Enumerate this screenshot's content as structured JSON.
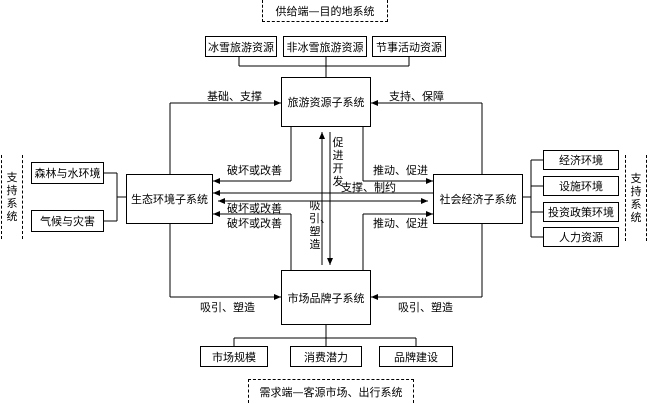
{
  "top_title": "供给端—目的地系统",
  "bottom_title": "需求端—客源市场、出行系统",
  "resources": [
    "冰雪旅游资源",
    "非冰雪旅游资源",
    "节事活动资源"
  ],
  "center": {
    "tourism": "旅游资源子系统",
    "ecology": "生态环境子系统",
    "socio": "社会经济子系统",
    "market": "市场品牌子系统"
  },
  "left_support": {
    "label": "支持系统",
    "items": [
      "森林与水环境",
      "气候与灾害"
    ]
  },
  "right_support": {
    "label": "支持系统",
    "items": [
      "经济环境",
      "设施环境",
      "投资政策环境",
      "人力资源"
    ]
  },
  "market_items": [
    "市场规模",
    "消费潜力",
    "品牌建设"
  ],
  "edges": {
    "base_support": "基础、支撑",
    "support_guarantee": "支持、保障",
    "destroy_improve_1": "破坏或改善",
    "destroy_improve_2": "破坏或改善",
    "destroy_improve_3": "破坏或改善",
    "promote_1": "推动、促进",
    "promote_2": "推动、促进",
    "support_restrict": "支撑、制约",
    "promote_develop": "促进开发",
    "attract_shape_v": "吸引、塑造",
    "attract_shape_left": "吸引、塑造",
    "attract_shape_right": "吸引、塑造"
  }
}
